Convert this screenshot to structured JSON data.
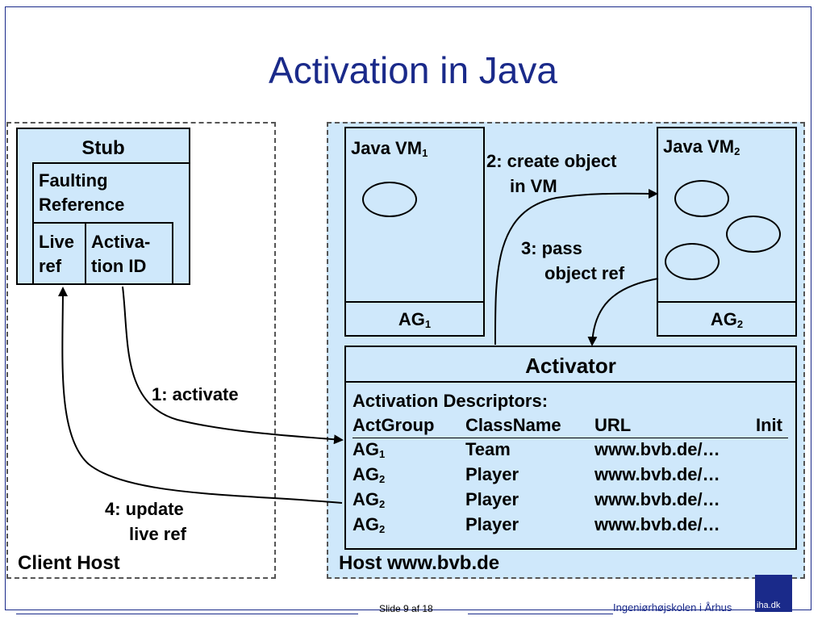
{
  "slide": {
    "title": "Activation in Java",
    "footer": {
      "slide_label": "Slide 9 af  18",
      "institution": "Ingeniørhøjskolen i Århus",
      "logo_text": "iha.dk"
    }
  },
  "client": {
    "host_label": "Client Host",
    "stub": {
      "title": "Stub",
      "faulting_ref_line1": "Faulting",
      "faulting_ref_line2": "Reference",
      "live_ref_line1": "Live",
      "live_ref_line2": "ref",
      "activation_id_line1": "Activa-",
      "activation_id_line2": "tion ID"
    }
  },
  "server": {
    "host_label": "Host www.bvb.de",
    "vm1": {
      "label": "Java VM",
      "sub": "1",
      "group": "AG",
      "group_sub": "1"
    },
    "vm2": {
      "label": "Java VM",
      "sub": "2",
      "group": "AG",
      "group_sub": "2"
    },
    "activator": {
      "title": "Activator",
      "descriptors_label": "Activation Descriptors:",
      "headers": [
        "ActGroup",
        "ClassName",
        "URL",
        "Init"
      ],
      "rows": [
        {
          "group": "AG",
          "group_sub": "1",
          "class": "Team",
          "url": "www.bvb.de/…"
        },
        {
          "group": "AG",
          "group_sub": "2",
          "class": "Player",
          "url": "www.bvb.de/…"
        },
        {
          "group": "AG",
          "group_sub": "2",
          "class": "Player",
          "url": "www.bvb.de/…"
        },
        {
          "group": "AG",
          "group_sub": "2",
          "class": "Player",
          "url": "www.bvb.de/…"
        }
      ]
    }
  },
  "steps": {
    "activate": "1: activate",
    "create_line1": "2: create object",
    "create_line2": "in VM",
    "pass_line1": "3: pass",
    "pass_line2": "object ref",
    "update_line1": "4: update",
    "update_line2": "live ref"
  }
}
